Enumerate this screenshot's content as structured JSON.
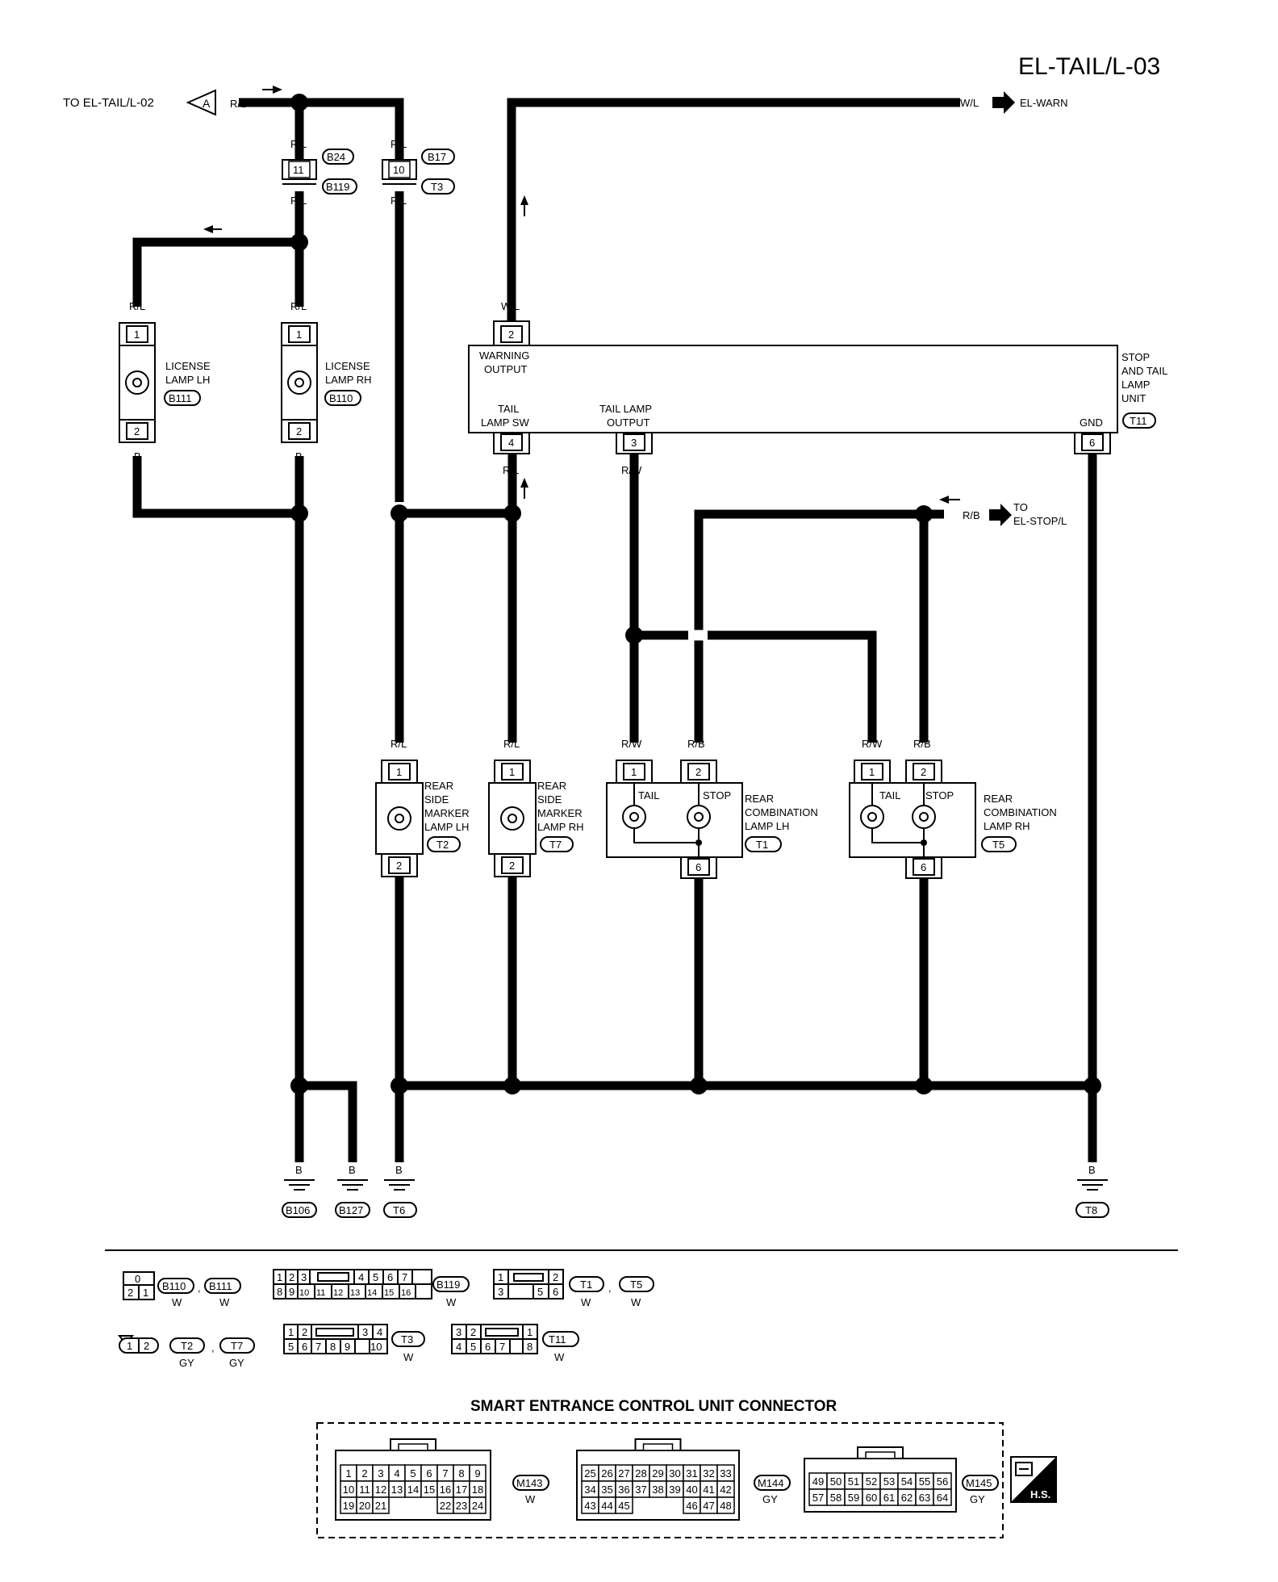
{
  "page_title": "EL-TAIL/L-03",
  "offpage": {
    "to_label": "TO EL-TAIL/L-02",
    "marker": "A",
    "warn_wire": "W/L",
    "warn_dest": "EL-WARN",
    "stop_wire": "R/B",
    "stop_dest_line1": "TO",
    "stop_dest_line2": "EL-STOP/L"
  },
  "wires": {
    "rl": "R/L",
    "rw": "R/W",
    "rb": "R/B",
    "wl": "W/L",
    "b": "B"
  },
  "inline_connectors": {
    "a_pin": "11",
    "a_top": "B24",
    "a_bottom": "B119",
    "b_pin": "10",
    "b_top": "B17",
    "b_bottom": "T3"
  },
  "license_lh": {
    "line1": "LICENSE",
    "line2": "LAMP LH",
    "conn": "B111",
    "pin_top": "1",
    "pin_bottom": "2"
  },
  "license_rh": {
    "line1": "LICENSE",
    "line2": "LAMP RH",
    "conn": "B110",
    "pin_top": "1",
    "pin_bottom": "2"
  },
  "stop_tail_unit": {
    "name_line1": "STOP",
    "name_line2": "AND TAIL",
    "name_line3": "LAMP",
    "name_line4": "UNIT",
    "conn": "T11",
    "warn_line1": "WARNING",
    "warn_line2": "OUTPUT",
    "warn_pin": "2",
    "sw_line1": "TAIL",
    "sw_line2": "LAMP SW",
    "sw_pin": "4",
    "out_line1": "TAIL LAMP",
    "out_line2": "OUTPUT",
    "out_pin": "3",
    "gnd_label": "GND",
    "gnd_pin": "6"
  },
  "marker_lh": {
    "line1": "REAR",
    "line2": "SIDE",
    "line3": "MARKER",
    "line4": "LAMP LH",
    "conn": "T2",
    "pin_top": "1",
    "pin_bottom": "2"
  },
  "marker_rh": {
    "line1": "REAR",
    "line2": "SIDE",
    "line3": "MARKER",
    "line4": "LAMP RH",
    "conn": "T7",
    "pin_top": "1",
    "pin_bottom": "2"
  },
  "combo_lh": {
    "line1": "REAR",
    "line2": "COMBINATION",
    "line3": "LAMP LH",
    "conn": "T1",
    "pin1": "1",
    "pin2": "2",
    "pin6": "6",
    "tail": "TAIL",
    "stop": "STOP"
  },
  "combo_rh": {
    "line1": "REAR",
    "line2": "COMBINATION",
    "line3": "LAMP RH",
    "conn": "T5",
    "pin1": "1",
    "pin2": "2",
    "pin6": "6",
    "tail": "TAIL",
    "stop": "STOP"
  },
  "grounds": [
    "B106",
    "B127",
    "T6",
    "T8"
  ],
  "connector_views": {
    "c1": {
      "top": [
        "0"
      ],
      "bottom": [
        "2",
        "1"
      ],
      "ids": [
        "B110",
        "B111"
      ],
      "colors": [
        "W",
        "W"
      ]
    },
    "c2": {
      "top": [
        "1",
        "2",
        "3",
        "4",
        "5",
        "6",
        "7"
      ],
      "bottom": [
        "8",
        "9",
        "10",
        "11",
        "12",
        "13",
        "14",
        "15",
        "16"
      ],
      "ids": [
        "B119"
      ],
      "colors": [
        "W"
      ]
    },
    "c3": {
      "top": [
        "1",
        "2"
      ],
      "bottom": [
        "3",
        "5",
        "6"
      ],
      "ids": [
        "T1",
        "T5"
      ],
      "colors": [
        "W",
        "W"
      ]
    },
    "c4": {
      "pins": [
        "1",
        "2"
      ],
      "ids": [
        "T2",
        "T7"
      ],
      "colors": [
        "GY",
        "GY"
      ]
    },
    "c5": {
      "top": [
        "1",
        "2",
        "3",
        "4"
      ],
      "bottom": [
        "5",
        "6",
        "7",
        "8",
        "9",
        "10"
      ],
      "ids": [
        "T3"
      ],
      "colors": [
        "W"
      ]
    },
    "c6": {
      "top": [
        "3",
        "2",
        "1"
      ],
      "bottom": [
        "4",
        "5",
        "6",
        "7",
        "8"
      ],
      "ids": [
        "T11"
      ],
      "colors": [
        "W"
      ]
    }
  },
  "smart_entrance": {
    "title": "SMART ENTRANCE CONTROL UNIT CONNECTOR",
    "m143": {
      "id": "M143",
      "color": "W",
      "rows": [
        [
          "1",
          "2",
          "3",
          "4",
          "5",
          "6",
          "7",
          "8",
          "9"
        ],
        [
          "10",
          "11",
          "12",
          "13",
          "14",
          "15",
          "16",
          "17",
          "18"
        ],
        [
          "19",
          "20",
          "21",
          "22",
          "23",
          "24"
        ]
      ]
    },
    "m144": {
      "id": "M144",
      "color": "GY",
      "rows": [
        [
          "25",
          "26",
          "27",
          "28",
          "29",
          "30",
          "31",
          "32",
          "33"
        ],
        [
          "34",
          "35",
          "36",
          "37",
          "38",
          "39",
          "40",
          "41",
          "42"
        ],
        [
          "43",
          "44",
          "45",
          "46",
          "47",
          "48"
        ]
      ]
    },
    "m145": {
      "id": "M145",
      "color": "GY",
      "rows": [
        [
          "49",
          "50",
          "51",
          "52",
          "53",
          "54",
          "55",
          "56"
        ],
        [
          "57",
          "58",
          "59",
          "60",
          "61",
          "62",
          "63",
          "64"
        ]
      ]
    },
    "hs_label": "H.S."
  }
}
